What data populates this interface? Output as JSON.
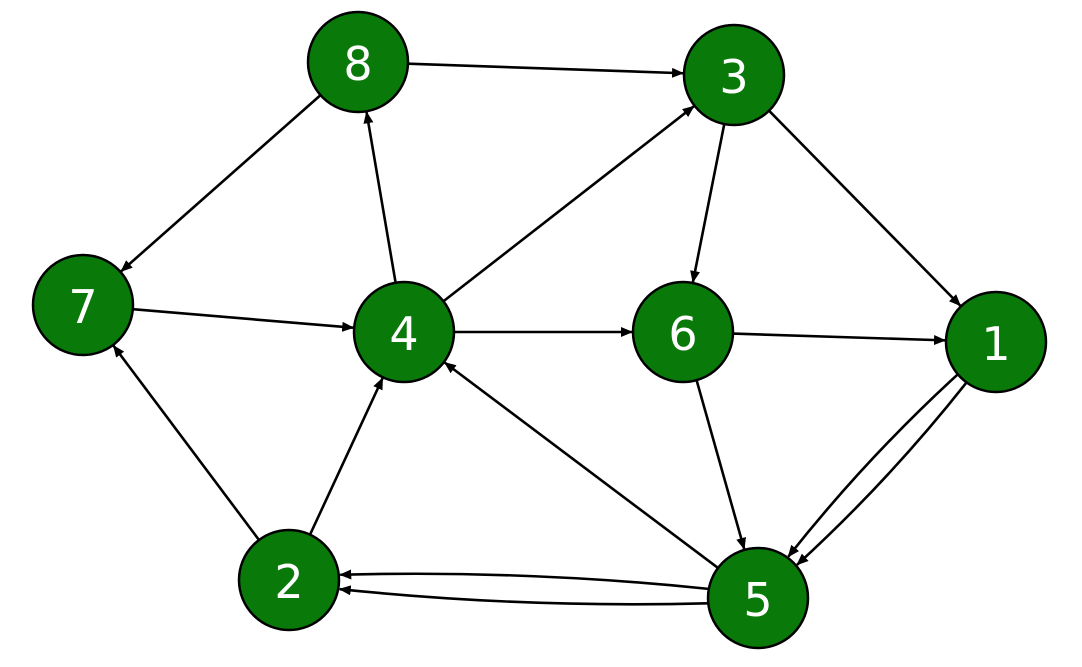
{
  "nodes": [
    {
      "id": "8",
      "label": "8"
    },
    {
      "id": "3",
      "label": "3"
    },
    {
      "id": "7",
      "label": "7"
    },
    {
      "id": "4",
      "label": "4"
    },
    {
      "id": "6",
      "label": "6"
    },
    {
      "id": "1",
      "label": "1"
    },
    {
      "id": "2",
      "label": "2"
    },
    {
      "id": "5",
      "label": "5"
    }
  ],
  "edges": [
    {
      "from": "8",
      "to": "3"
    },
    {
      "from": "8",
      "to": "7"
    },
    {
      "from": "4",
      "to": "8"
    },
    {
      "from": "4",
      "to": "3"
    },
    {
      "from": "3",
      "to": "6"
    },
    {
      "from": "3",
      "to": "1"
    },
    {
      "from": "7",
      "to": "4"
    },
    {
      "from": "4",
      "to": "6"
    },
    {
      "from": "6",
      "to": "1"
    },
    {
      "from": "6",
      "to": "5"
    },
    {
      "from": "1",
      "to": "5"
    },
    {
      "from": "1",
      "to": "5"
    },
    {
      "from": "5",
      "to": "4"
    },
    {
      "from": "5",
      "to": "2"
    },
    {
      "from": "5",
      "to": "2"
    },
    {
      "from": "2",
      "to": "7"
    },
    {
      "from": "2",
      "to": "4"
    }
  ],
  "colors": {
    "node_fill": "#097a09",
    "node_stroke": "#000000",
    "label": "#ffffff",
    "edge": "#000000"
  }
}
